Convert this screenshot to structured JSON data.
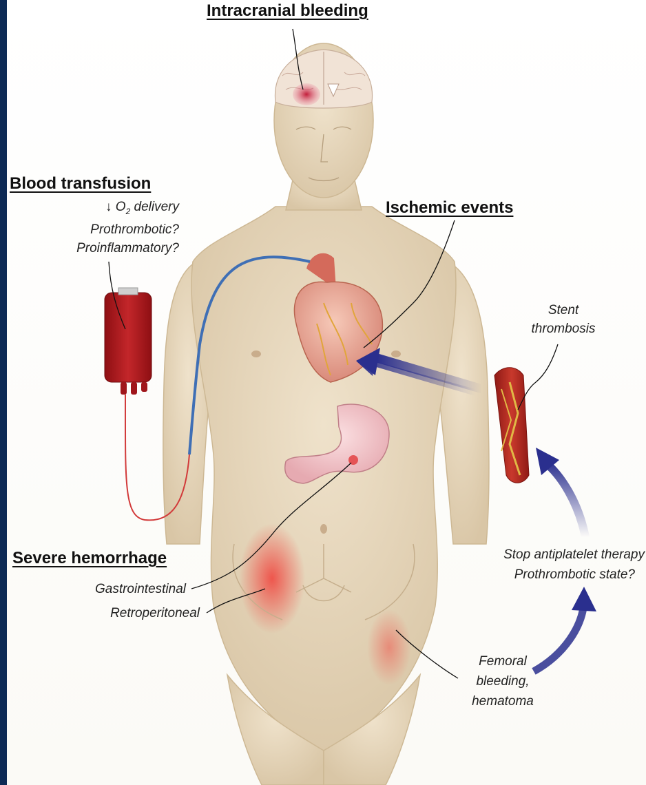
{
  "headings": {
    "intracranial": "Intracranial bleeding",
    "transfusion": "Blood transfusion",
    "ischemic": "Ischemic events",
    "hemorrhage": "Severe hemorrhage"
  },
  "transfusion_notes": {
    "line1_prefix": "↓ O",
    "line1_sub": "2",
    "line1_suffix": " delivery",
    "line2": "Prothrombotic?",
    "line3": "Proinflammatory?"
  },
  "stent": {
    "line1": "Stent",
    "line2": "thrombosis"
  },
  "antiplatelet": {
    "line1": "Stop antiplatelet therapy",
    "line2": "Prothrombotic state?"
  },
  "hemorrhage_sites": {
    "gastro": "Gastrointestinal",
    "retro": "Retroperitoneal"
  },
  "femoral": {
    "line1": "Femoral",
    "line2": "bleeding,",
    "line3": "hematoma"
  },
  "colors": {
    "background": "#0d2a55",
    "skin": "#ecdcc4",
    "blood": "#b3161c",
    "arrow": "#2a2f8e",
    "iv_line": "#3f6fb5"
  }
}
